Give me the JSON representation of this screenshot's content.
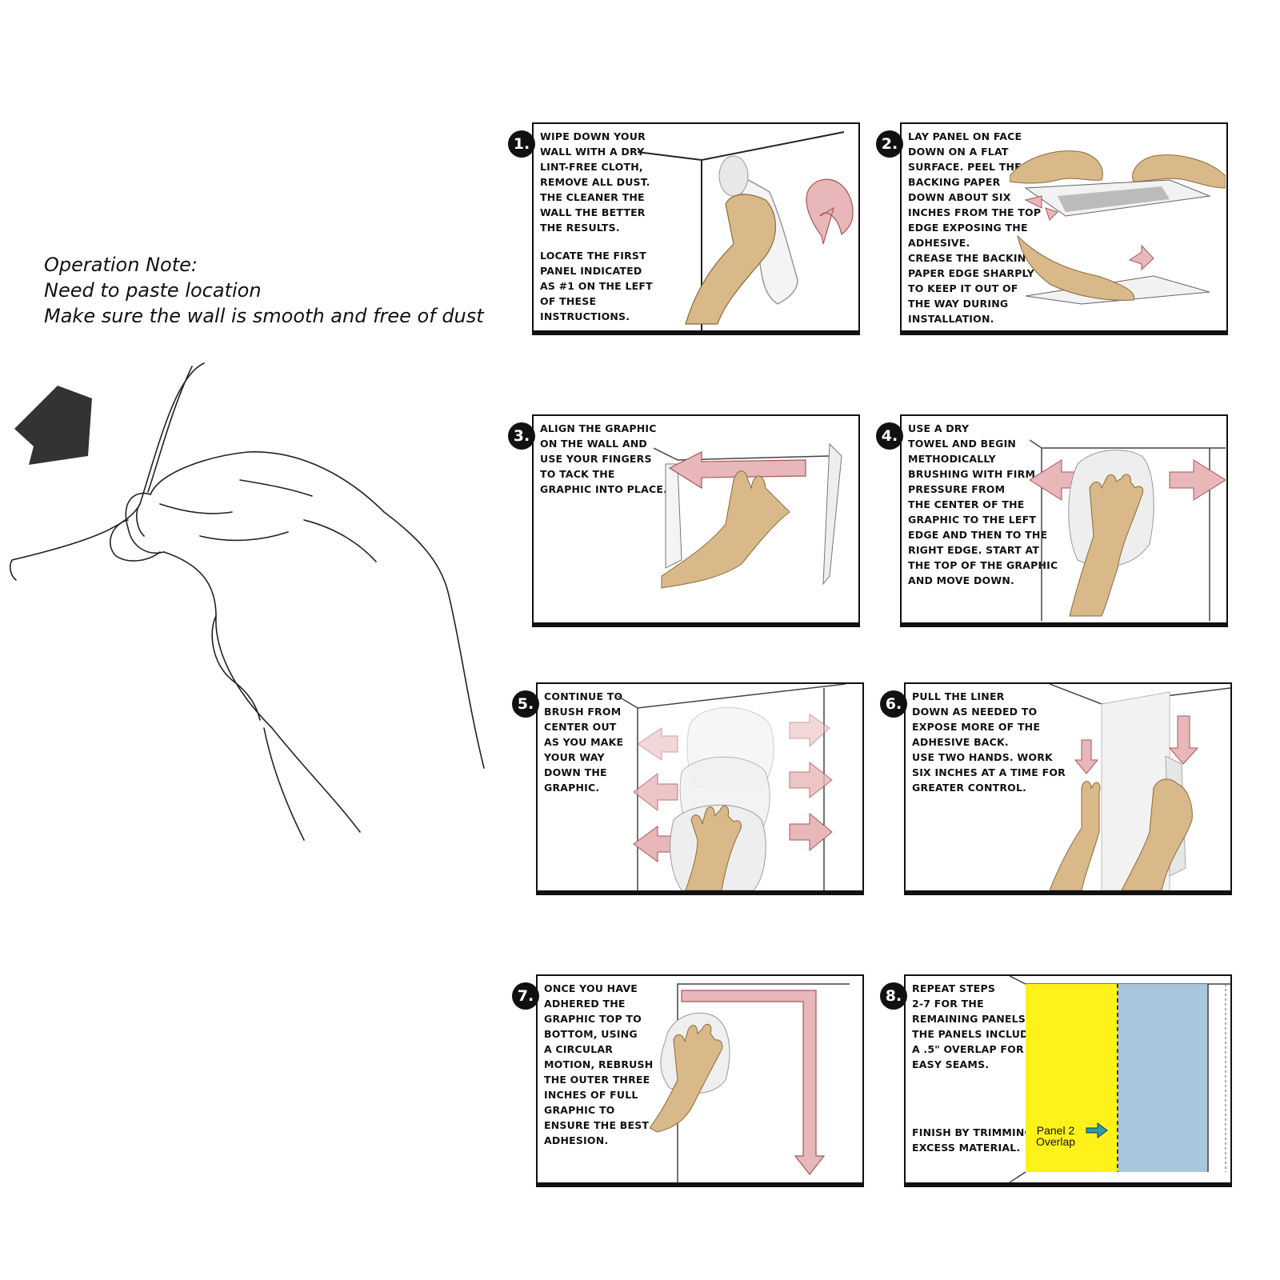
{
  "note": {
    "lines": [
      "Operation Note:",
      "Need to paste location",
      "Make sure the wall is smooth and free of dust"
    ]
  },
  "steps": [
    {
      "number": "1.",
      "text": [
        "Wipe down your",
        "wall with a dry",
        "lint-free cloth,",
        "remove all dust.",
        "The cleaner the",
        "wall the better",
        "the results."
      ],
      "text2": [
        "Locate the first",
        "panel indicated",
        "as #1 on the left",
        "of these",
        "instructions."
      ]
    },
    {
      "number": "2.",
      "text": [
        "Lay panel on face",
        "down on a flat",
        "surface. Peel the",
        "backing paper",
        "down about six",
        "inches from the top",
        "edge exposing the",
        "adhesive.",
        "Crease the backing",
        "paper edge sharply",
        "to keep it out of",
        "the way during",
        "installation."
      ]
    },
    {
      "number": "3.",
      "text": [
        "Align the graphic",
        "on the wall and",
        "use your fingers",
        "to tack the",
        "graphic into place."
      ]
    },
    {
      "number": "4.",
      "text": [
        "Use a dry",
        "towel and begin",
        "methodically",
        "brushing with firm",
        "pressure from",
        "the center of the",
        "graphic to the left",
        "edge and then to the",
        "right edge. Start at",
        "the top of the graphic",
        "and move down."
      ]
    },
    {
      "number": "5.",
      "text": [
        "Continue to",
        "brush from",
        "center out",
        "as you make",
        "your way",
        "down the",
        "graphic."
      ]
    },
    {
      "number": "6.",
      "text": [
        "Pull the liner",
        "down as needed to",
        "expose more of the",
        "adhesive back.",
        "Use two hands. Work",
        "six inches at a time for",
        "greater control."
      ]
    },
    {
      "number": "7.",
      "text": [
        "Once you have",
        "adhered the",
        "graphic top to",
        "bottom, using",
        "a circular",
        "motion, rebrush",
        "the outer three",
        "inches of full",
        "graphic to",
        "ensure the best",
        "adhesion."
      ]
    },
    {
      "number": "8.",
      "text": [
        "Repeat steps",
        "2-7 for the",
        "remaining panels.",
        "The panels include",
        "a .5\" overlap for",
        "easy seams."
      ],
      "text2": [
        "Finish by trimming",
        "excess material."
      ],
      "overlap_label": [
        "Panel 2",
        "Overlap"
      ]
    }
  ],
  "colors": {
    "skin": "#d9b98a",
    "arrow_pink": "#e8b7b9",
    "panel1_yellow": "#fff21a",
    "panel2_blue": "#a7c7dc",
    "overlap_arrow": "#2aa0a8"
  }
}
